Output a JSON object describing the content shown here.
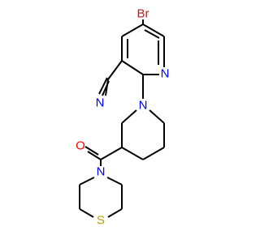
{
  "atoms": {
    "bromine": {
      "text": "Br",
      "color": "#a52a2a"
    },
    "pyridine_n": {
      "text": "N",
      "color": "#0000ff"
    },
    "nitrile_n": {
      "text": "N",
      "color": "#0000ff"
    },
    "piperidine_n": {
      "text": "N",
      "color": "#0000ff"
    },
    "carbonyl_o": {
      "text": "O",
      "color": "#ff0000"
    },
    "thiomorpholine_n": {
      "text": "N",
      "color": "#0000ff"
    },
    "sulfur": {
      "text": "S",
      "color": "#b8a000"
    }
  },
  "colors": {
    "bond": "#000000",
    "background": "#ffffff"
  }
}
